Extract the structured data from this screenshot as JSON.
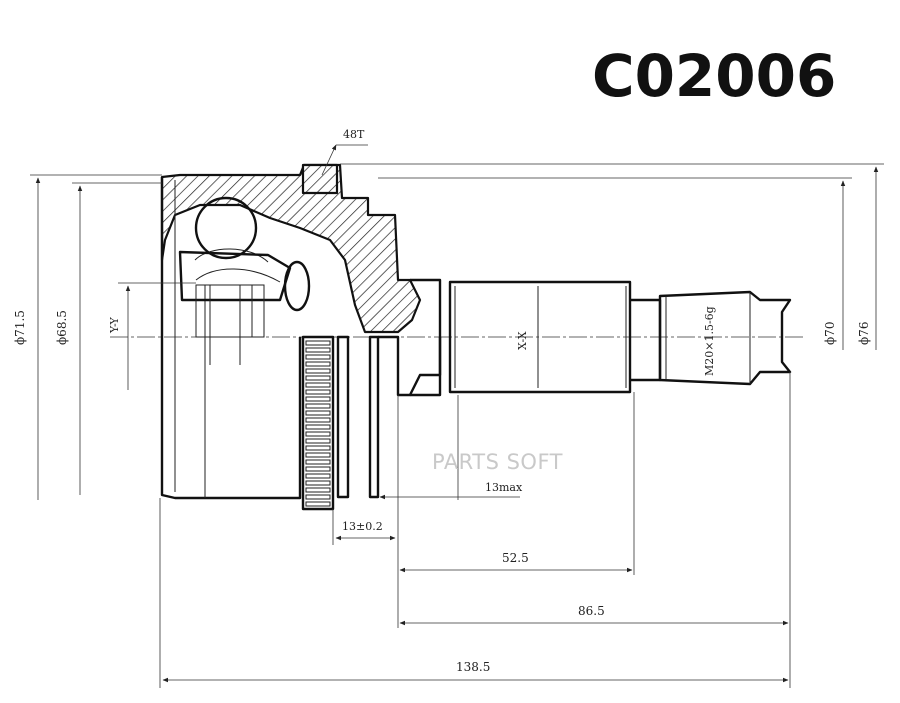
{
  "part_number": "C02006",
  "watermark": "PARTS SOFT",
  "labels": {
    "teeth": "48T",
    "d_71_5": "ϕ71.5",
    "d_68_5": "ϕ68.5",
    "axis_y": "Y-Y",
    "axis_x": "X-X",
    "thread": "M20×1.5-6g",
    "d_70": "ϕ70",
    "d_76": "ϕ76",
    "max_13": "13max",
    "tol_13": "13±0.2",
    "len_52_5": "52.5",
    "len_86_5": "86.5",
    "len_138_5": "138.5"
  }
}
